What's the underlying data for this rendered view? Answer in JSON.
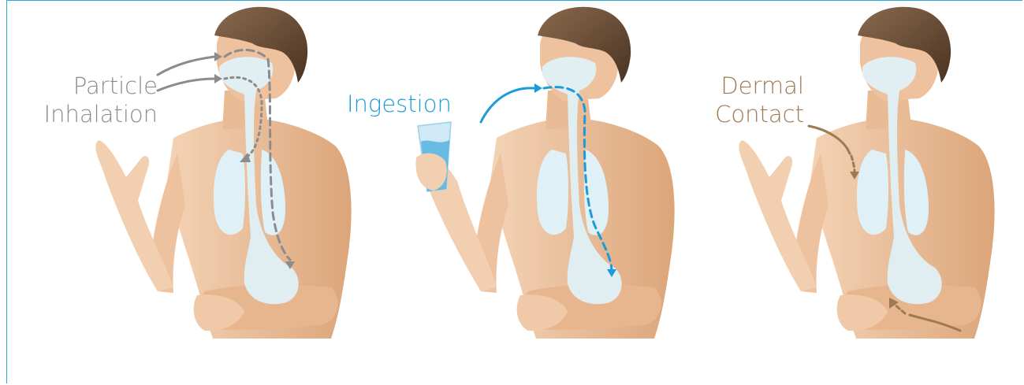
{
  "panels": [
    {
      "line1": "Particle",
      "line2": "Inhalation",
      "color": "#8c8c8c"
    },
    {
      "line1": "Ingestion",
      "line2": "",
      "color": "#1b9bd7"
    },
    {
      "line1": "Dermal",
      "line2": "Contact",
      "color": "#9e7a52"
    }
  ],
  "colors": {
    "frame": "#29a8df",
    "skin": "#efc7a4",
    "skin_shadow": "#e2b089",
    "hair": "#6b4e35",
    "organ": "#dff0f7",
    "organ_outline": "#d6d6d6"
  }
}
